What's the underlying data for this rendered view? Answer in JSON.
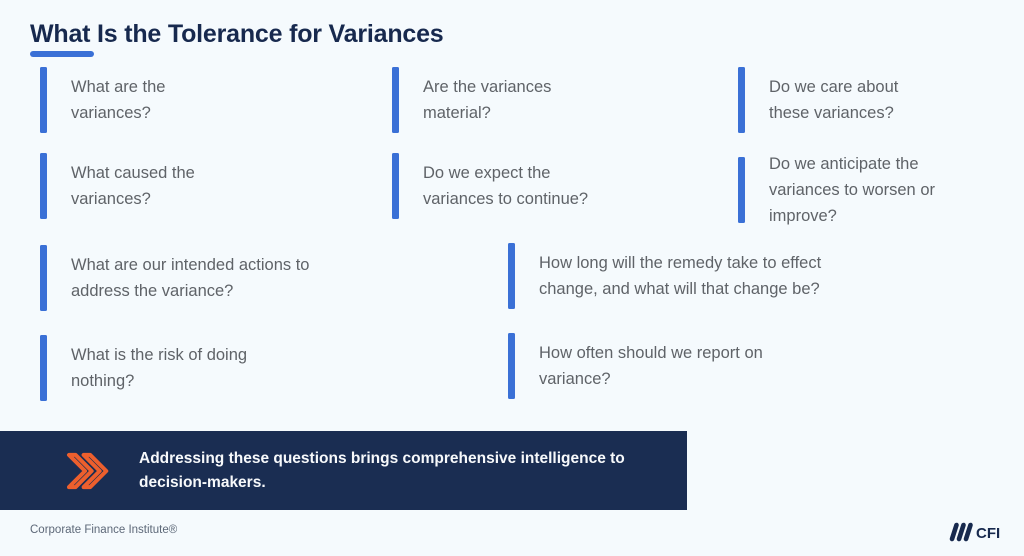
{
  "slide": {
    "title": "What Is the Tolerance for Variances"
  },
  "questions": [
    {
      "text": "What are the variances?"
    },
    {
      "text": "Are the variances material?"
    },
    {
      "text": "Do we care about these variances?"
    },
    {
      "text": "What caused the variances?"
    },
    {
      "text": "Do we expect the variances to continue?"
    },
    {
      "text": "Do we anticipate the variances to worsen or improve?"
    },
    {
      "text": "What are our intended actions to address the variance?"
    },
    {
      "text": "How long will the remedy take to effect change, and what will that change be?"
    },
    {
      "text": "What is the risk of doing nothing?"
    },
    {
      "text": "How often should we report on variance?"
    }
  ],
  "banner": {
    "text": "Addressing these questions brings comprehensive intelligence to decision-makers."
  },
  "footer": {
    "company": "Corporate Finance Institute®",
    "logo_text": "CFI"
  },
  "colors": {
    "background": "#f5fafd",
    "navy": "#17294e",
    "accent_blue": "#3a70d6",
    "question_text": "#5f6368",
    "banner_background": "#1a2d52",
    "banner_text": "#f7f9fb",
    "chevron_orange": "#ed5f2d"
  },
  "icons": {
    "banner_icon": "double-chevron-right-icon",
    "logo_icon": "cfi-triple-slash-icon"
  }
}
